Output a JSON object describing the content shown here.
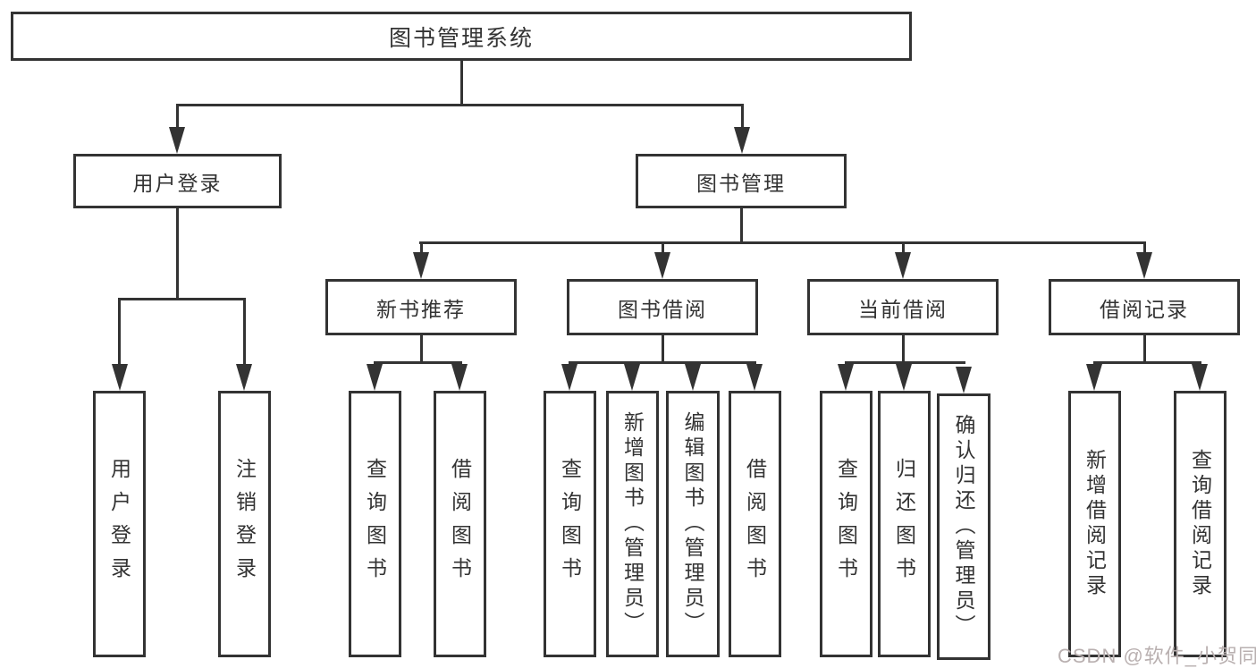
{
  "page": {
    "background": "#ffffff",
    "line_color": "#333333",
    "text_color": "#333333"
  },
  "watermark": {
    "text": "CSDN @软件_小贺同学",
    "color": "#b9b0b0"
  },
  "nodes": {
    "root": "图书管理系统",
    "level2": {
      "user_login": "用户登录",
      "book_management": "图书管理"
    },
    "level3": {
      "new_book_recommend": "新书推荐",
      "book_borrow": "图书借阅",
      "current_borrow": "当前借阅",
      "borrow_records": "借阅记录"
    },
    "leaves": {
      "user_login": [
        "用户登录",
        "注销登录"
      ],
      "new_book_recommend": [
        "查询图书",
        "借阅图书"
      ],
      "book_borrow": [
        "查询图书",
        "新增图书（管理员）",
        "编辑图书（管理员）",
        "借阅图书"
      ],
      "current_borrow": [
        "查询图书",
        "归还图书",
        "确认归还（管理员）"
      ],
      "borrow_records": [
        "新增借阅记录",
        "查询借阅记录"
      ]
    }
  }
}
